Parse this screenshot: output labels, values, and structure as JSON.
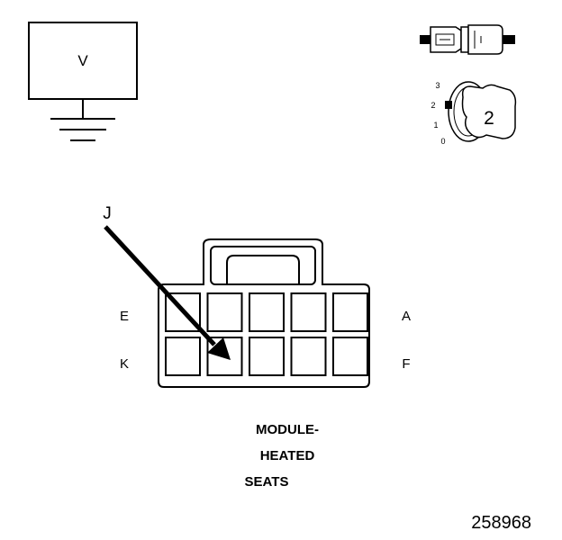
{
  "voltmeter": {
    "symbol": "V"
  },
  "switch_positions": [
    "3",
    "2",
    "1",
    "0"
  ],
  "switch_selected": "2",
  "connector": {
    "callout": "J",
    "row1_left": "E",
    "row1_right": "A",
    "row2_left": "K",
    "row2_right": "F"
  },
  "caption": {
    "line1": "MODULE-",
    "line2": "HEATED",
    "line3": "SEATS"
  },
  "figure_id": "258968"
}
